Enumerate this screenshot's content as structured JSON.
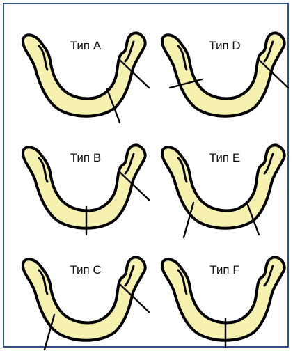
{
  "panels": [
    {
      "label": "Тип A",
      "cuts": [
        "right-body",
        "right-ramus"
      ]
    },
    {
      "label": "Тип D",
      "cuts": [
        "left-ramus",
        "right-ramus"
      ]
    },
    {
      "label": "Тип B",
      "cuts": [
        "midline",
        "right-ramus"
      ]
    },
    {
      "label": "Тип E",
      "cuts": [
        "left-body",
        "right-body"
      ]
    },
    {
      "label": "Тип C",
      "cuts": [
        "left-body",
        "right-ramus"
      ]
    },
    {
      "label": "Тип F",
      "cuts": [
        "midline"
      ]
    }
  ],
  "colors": {
    "bone_fill": "#f7f1b0",
    "outline": "#000000",
    "frame": "#2c4f86"
  }
}
